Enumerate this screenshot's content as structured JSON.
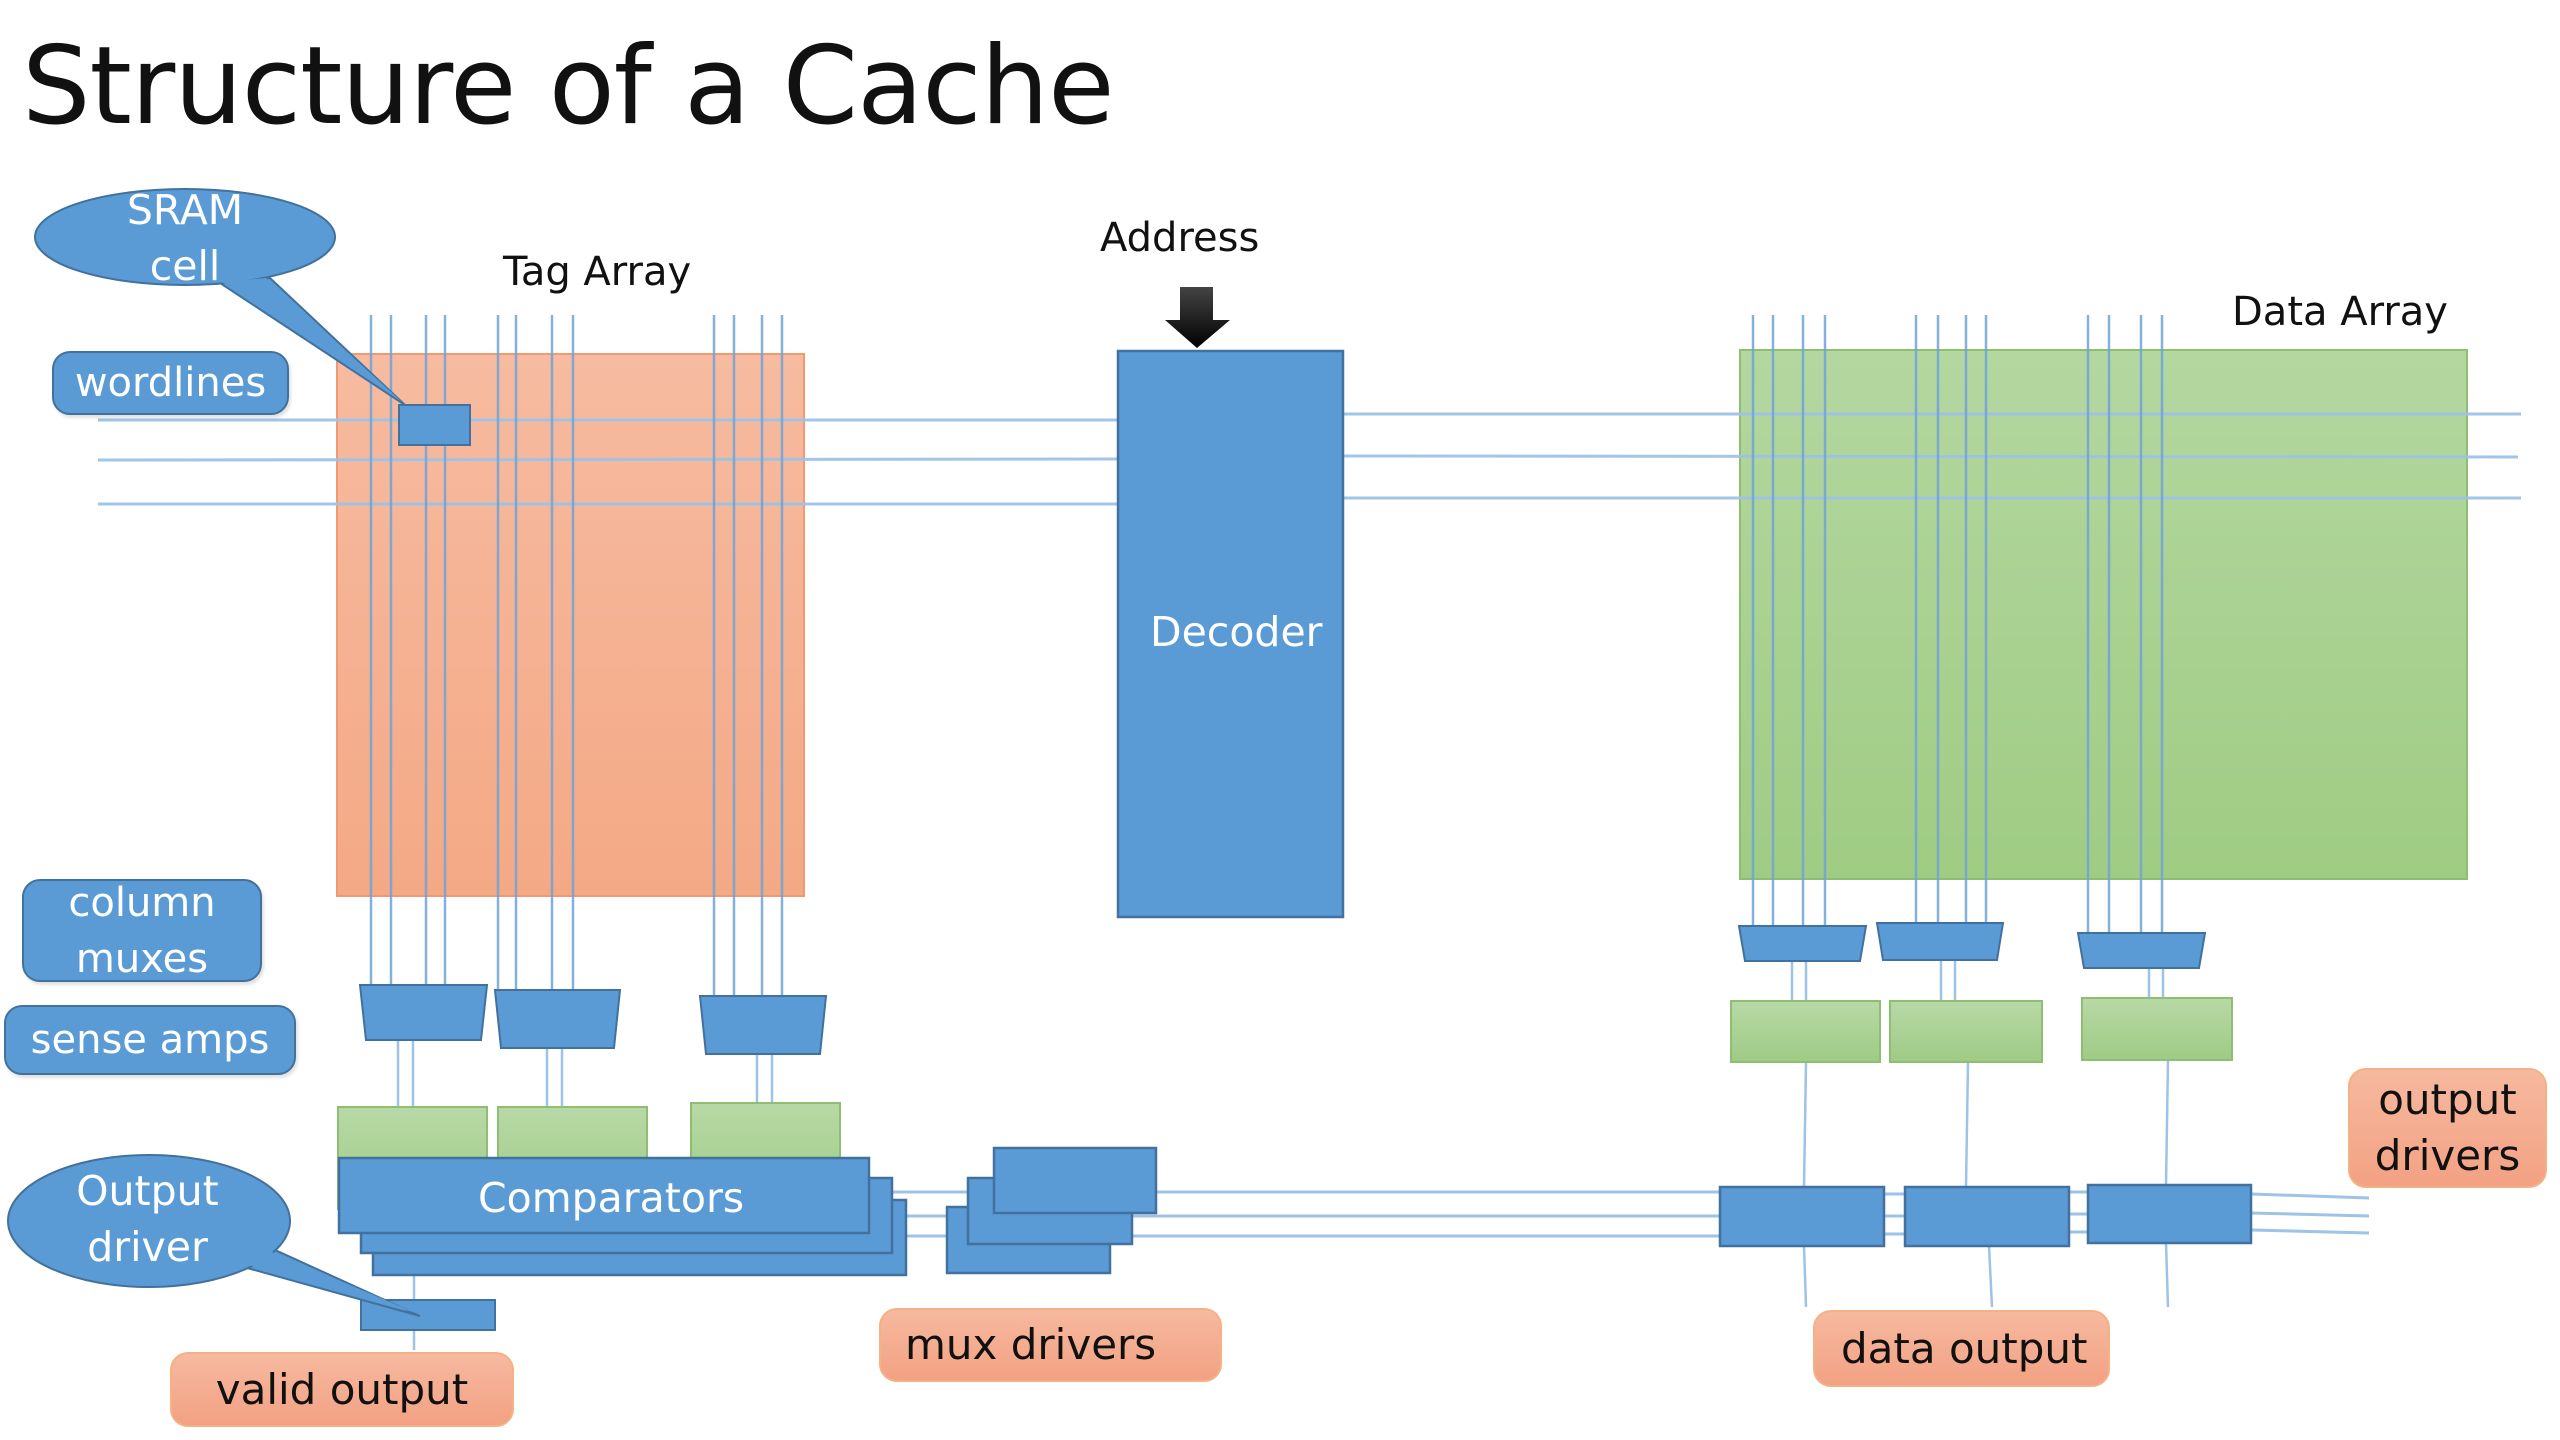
{
  "slide": {
    "title": "Structure of a Cache"
  },
  "labels": {
    "tag_array": "Tag Array",
    "data_array": "Data Array",
    "address": "Address",
    "decoder": "Decoder",
    "comparators": "Comparators"
  },
  "callouts": {
    "sram_cell": [
      "SRAM",
      "cell"
    ],
    "output_driver": [
      "Output",
      "driver"
    ]
  },
  "blue_tags": {
    "wordlines": "wordlines",
    "column_muxes": [
      "column",
      "muxes"
    ],
    "sense_amps": "sense amps"
  },
  "orange_tags": {
    "valid_output": "valid output",
    "mux_drivers": "mux drivers",
    "data_output": "data output",
    "output_drivers": [
      "output",
      "drivers"
    ]
  },
  "colors": {
    "blue": "#5b9bd5",
    "blue_border": "#41719c",
    "wire": "#9dc3e6",
    "tag_array": "#f4b08f",
    "data_array": "#a9d18e",
    "sense_amp": "#a9d18e",
    "orange_label": "#f4b183"
  },
  "icons": {
    "address_arrow": "down-arrow-icon"
  }
}
